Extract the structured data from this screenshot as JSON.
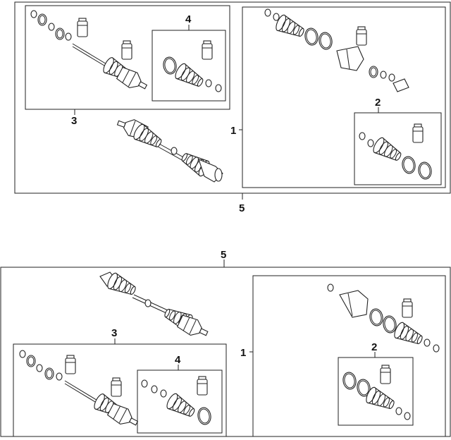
{
  "callouts": {
    "top": {
      "assembly_1": "1",
      "boot_kit_2": "2",
      "outer_joint_3": "3",
      "boot_kit_4": "4",
      "axle_assembly_5": "5"
    },
    "bottom": {
      "assembly_1": "1",
      "boot_kit_2": "2",
      "outer_joint_3": "3",
      "boot_kit_4": "4",
      "axle_assembly_5": "5"
    }
  }
}
